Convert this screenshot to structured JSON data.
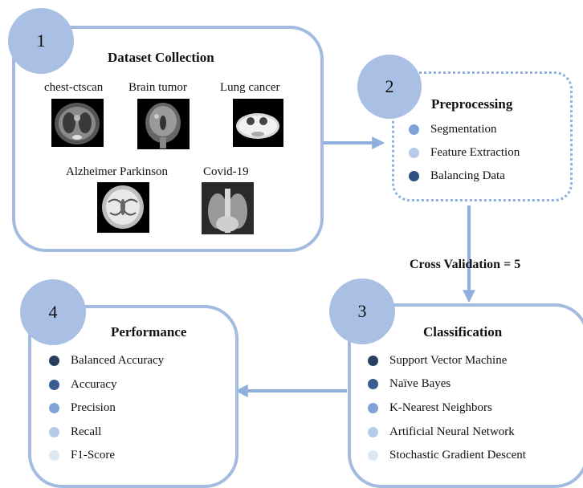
{
  "colors": {
    "dot_dark": "#2a3f5f",
    "dot_medium_dark": "#3a5c8f",
    "dot_medium": "#7fa3d6",
    "dot_light": "#b7cbe9",
    "dot_lightest": "#dde6f3",
    "border": "#a3bbe0",
    "circle": "#a9bfe4"
  },
  "step1": {
    "number": "1",
    "title": "Dataset Collection",
    "images": [
      {
        "label": "chest-ctscan"
      },
      {
        "label": "Brain tumor"
      },
      {
        "label": "Lung cancer"
      },
      {
        "label": "Alzheimer Parkinson"
      },
      {
        "label": "Covid-19"
      }
    ]
  },
  "step2": {
    "number": "2",
    "title": "Preprocessing",
    "items": [
      {
        "label": "Segmentation",
        "color": "#7fa3d6"
      },
      {
        "label": "Feature Extraction",
        "color": "#b7cbe9"
      },
      {
        "label": "Balancing Data",
        "color": "#2f4f80"
      }
    ]
  },
  "arrow_label": "Cross Validation = 5",
  "step3": {
    "number": "3",
    "title": "Classification",
    "items": [
      {
        "label": "Support Vector Machine",
        "color": "#2a3f5f"
      },
      {
        "label": "Naïve Bayes",
        "color": "#3a5c8f"
      },
      {
        "label": "K-Nearest Neighbors",
        "color": "#7fa3d6"
      },
      {
        "label": "Artificial Neural Network",
        "color": "#b7cbe9"
      },
      {
        "label": "Stochastic Gradient Descent",
        "color": "#dde6f3"
      }
    ]
  },
  "step4": {
    "number": "4",
    "title": "Performance",
    "items": [
      {
        "label": "Balanced Accuracy",
        "color": "#2a3f5f"
      },
      {
        "label": "Accuracy",
        "color": "#3a5c8f"
      },
      {
        "label": "Precision",
        "color": "#7fa3d6"
      },
      {
        "label": "Recall",
        "color": "#b7cbe9"
      },
      {
        "label": "F1-Score",
        "color": "#dde6f3"
      }
    ]
  }
}
